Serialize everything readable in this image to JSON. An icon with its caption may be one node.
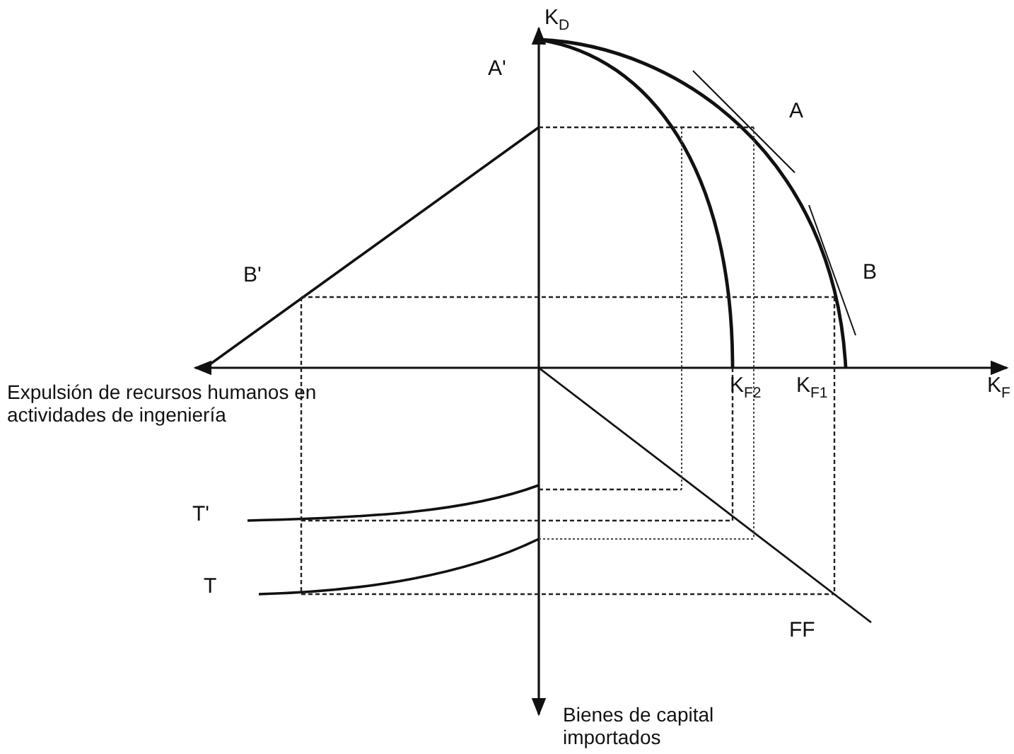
{
  "diagram": {
    "labels": [
      "K$_{D}$",
      "A'",
      "A",
      "B'",
      "B",
      "K$_{F2}$",
      "K$_{F1}$",
      "K$_{F}$",
      "Expulsión de recursos humanos en actividades de ingeniería",
      "T'",
      "T",
      "FF",
      "Bienes de capital importados"
    ]
  }
}
